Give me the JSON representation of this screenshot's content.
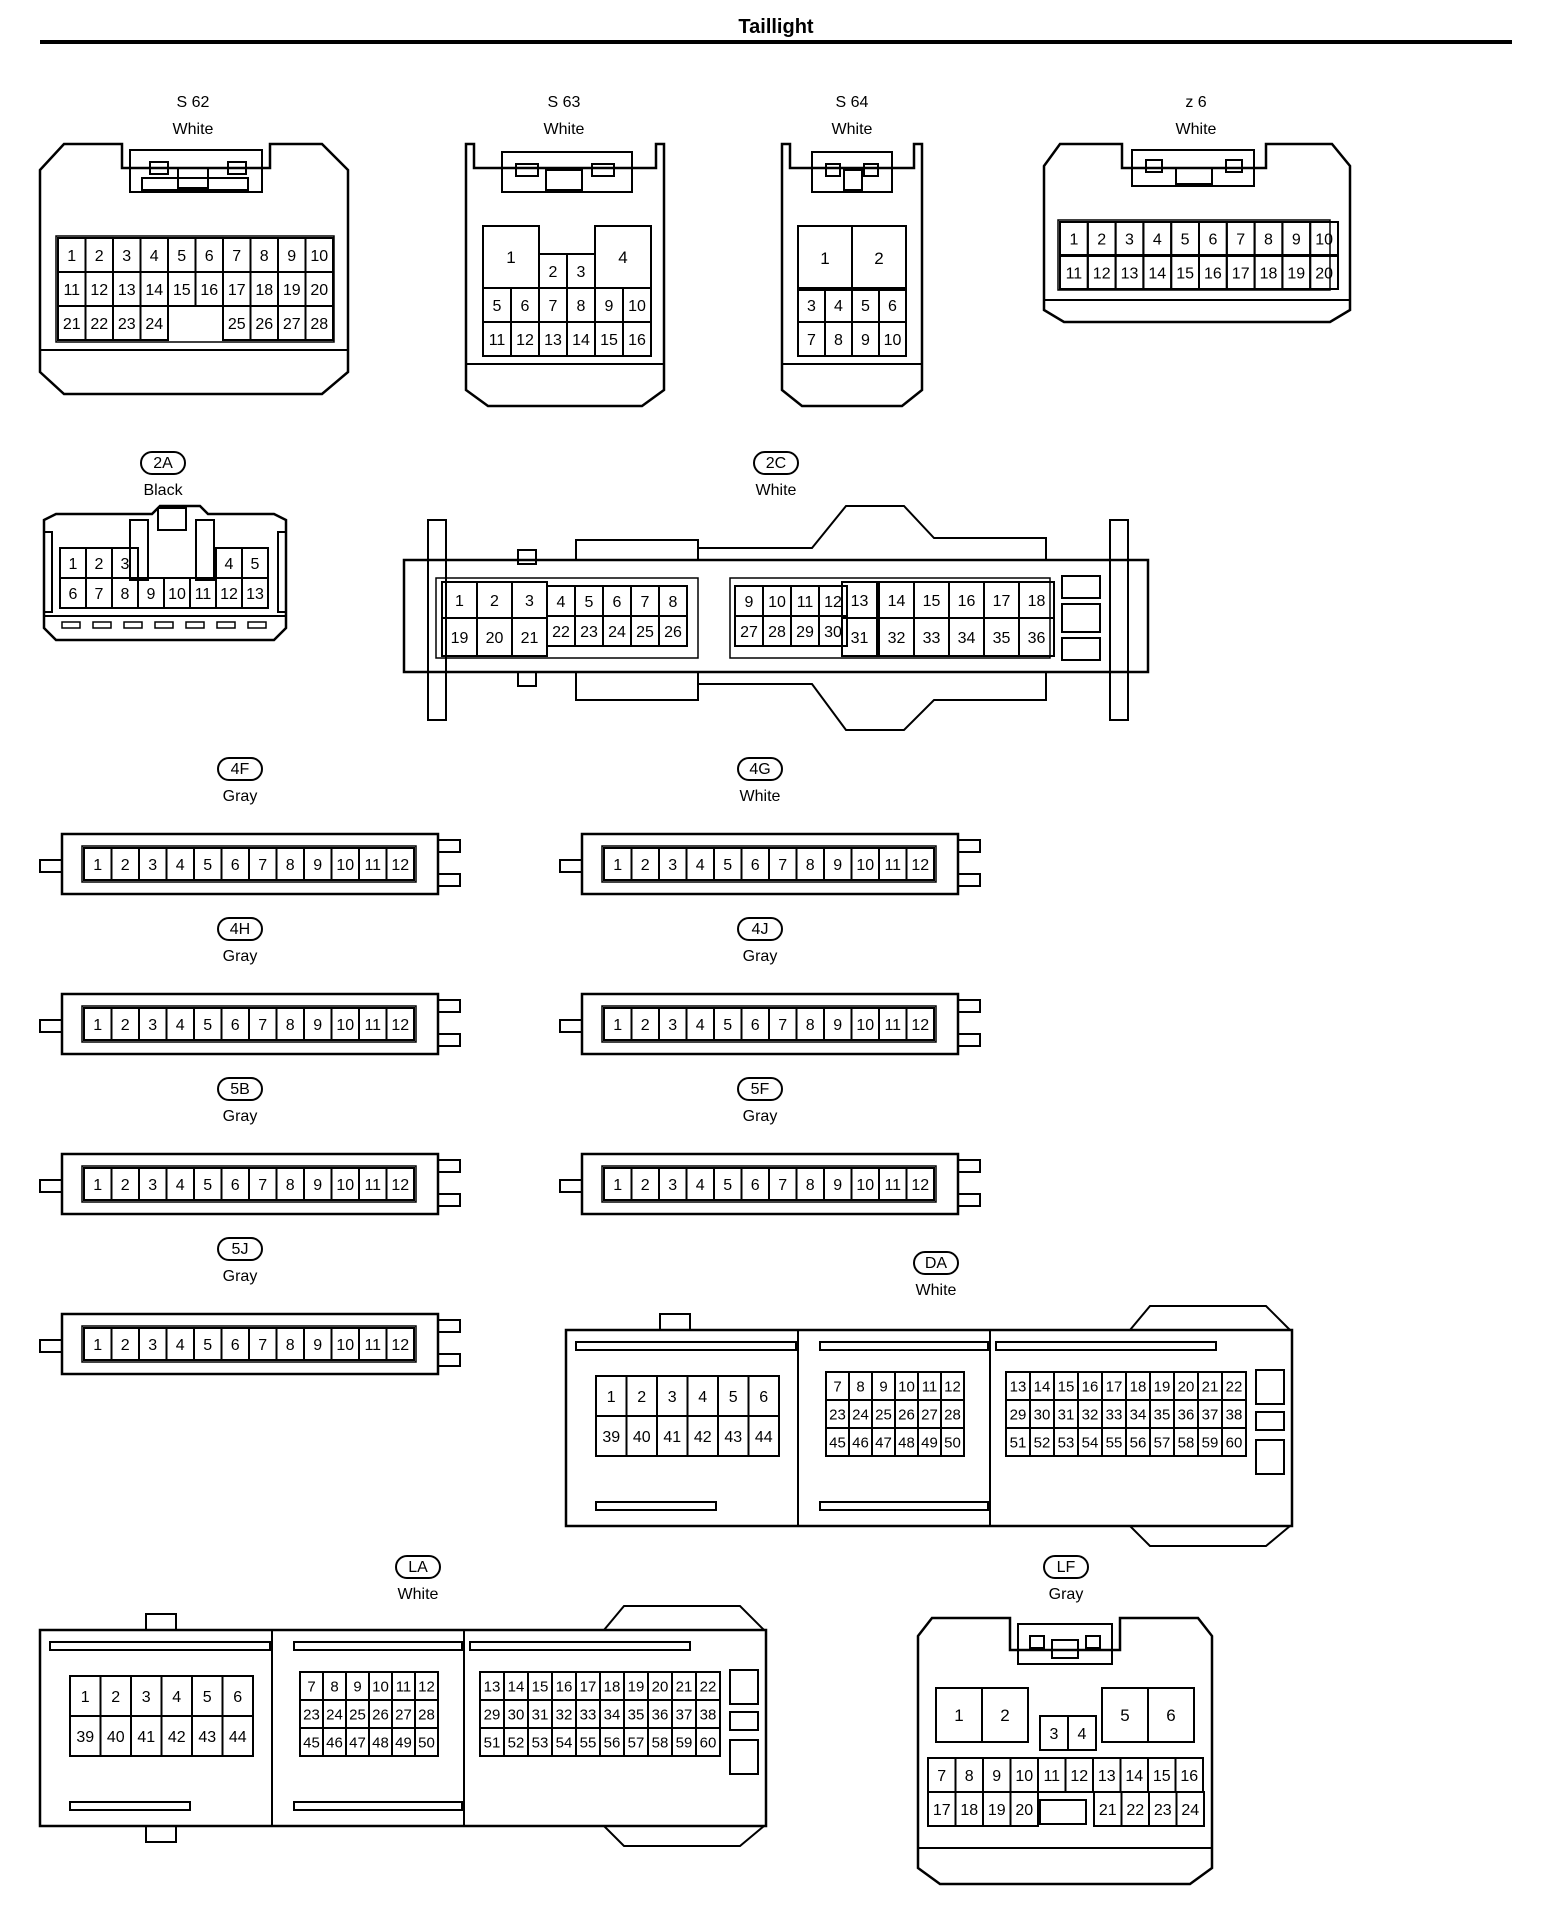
{
  "title": "Taillight",
  "connectors": [
    {
      "id": "s62",
      "code": "S 62",
      "badge": false,
      "color": "White",
      "pin_rows": [
        [
          "1",
          "2",
          "3",
          "4",
          "5",
          "6",
          "7",
          "8",
          "9",
          "10"
        ],
        [
          "11",
          "12",
          "13",
          "14",
          "15",
          "16",
          "17",
          "18",
          "19",
          "20"
        ],
        [
          "21",
          "22",
          "23",
          "24",
          "",
          "",
          "25",
          "26",
          "27",
          "28"
        ]
      ]
    },
    {
      "id": "s63",
      "code": "S 63",
      "badge": false,
      "color": "White",
      "big_pins": [
        "1",
        "4"
      ],
      "small_pins": [
        "2",
        "3"
      ],
      "pin_rows": [
        [
          "5",
          "6",
          "7",
          "8",
          "9",
          "10"
        ],
        [
          "11",
          "12",
          "13",
          "14",
          "15",
          "16"
        ]
      ]
    },
    {
      "id": "s64",
      "code": "S 64",
      "badge": false,
      "color": "White",
      "big_pins": [
        "1",
        "2"
      ],
      "pin_rows": [
        [
          "3",
          "4",
          "5",
          "6"
        ],
        [
          "7",
          "8",
          "9",
          "10"
        ]
      ]
    },
    {
      "id": "z6",
      "code": "z 6",
      "badge": false,
      "color": "White",
      "pin_rows": [
        [
          "1",
          "2",
          "3",
          "4",
          "5",
          "6",
          "7",
          "8",
          "9",
          "10"
        ],
        [
          "11",
          "12",
          "13",
          "14",
          "15",
          "16",
          "17",
          "18",
          "19",
          "20"
        ]
      ]
    },
    {
      "id": "2a",
      "code": "2A",
      "badge": true,
      "color": "Black",
      "pin_rows": [
        [
          "1",
          "2",
          "3",
          "",
          "",
          "",
          "4",
          "5"
        ],
        [
          "6",
          "7",
          "8",
          "9",
          "10",
          "11",
          "12",
          "13"
        ]
      ]
    },
    {
      "id": "2c",
      "code": "2C",
      "badge": true,
      "color": "White",
      "pin_rows": [
        [
          "1",
          "2",
          "3",
          "4",
          "5",
          "6",
          "7",
          "8",
          "9",
          "10",
          "11",
          "12",
          "13",
          "14",
          "15",
          "16",
          "17",
          "18"
        ],
        [
          "19",
          "20",
          "21",
          "22",
          "23",
          "24",
          "25",
          "26",
          "27",
          "28",
          "29",
          "30",
          "31",
          "32",
          "33",
          "34",
          "35",
          "36"
        ]
      ]
    },
    {
      "id": "4f",
      "code": "4F",
      "badge": true,
      "color": "Gray",
      "pin_rows": [
        [
          "1",
          "2",
          "3",
          "4",
          "5",
          "6",
          "7",
          "8",
          "9",
          "10",
          "11",
          "12"
        ]
      ]
    },
    {
      "id": "4g",
      "code": "4G",
      "badge": true,
      "color": "White",
      "pin_rows": [
        [
          "1",
          "2",
          "3",
          "4",
          "5",
          "6",
          "7",
          "8",
          "9",
          "10",
          "11",
          "12"
        ]
      ]
    },
    {
      "id": "4h",
      "code": "4H",
      "badge": true,
      "color": "Gray",
      "pin_rows": [
        [
          "1",
          "2",
          "3",
          "4",
          "5",
          "6",
          "7",
          "8",
          "9",
          "10",
          "11",
          "12"
        ]
      ]
    },
    {
      "id": "4j",
      "code": "4J",
      "badge": true,
      "color": "Gray",
      "pin_rows": [
        [
          "1",
          "2",
          "3",
          "4",
          "5",
          "6",
          "7",
          "8",
          "9",
          "10",
          "11",
          "12"
        ]
      ]
    },
    {
      "id": "5b",
      "code": "5B",
      "badge": true,
      "color": "Gray",
      "pin_rows": [
        [
          "1",
          "2",
          "3",
          "4",
          "5",
          "6",
          "7",
          "8",
          "9",
          "10",
          "11",
          "12"
        ]
      ]
    },
    {
      "id": "5f",
      "code": "5F",
      "badge": true,
      "color": "Gray",
      "pin_rows": [
        [
          "1",
          "2",
          "3",
          "4",
          "5",
          "6",
          "7",
          "8",
          "9",
          "10",
          "11",
          "12"
        ]
      ]
    },
    {
      "id": "5j",
      "code": "5J",
      "badge": true,
      "color": "Gray",
      "pin_rows": [
        [
          "1",
          "2",
          "3",
          "4",
          "5",
          "6",
          "7",
          "8",
          "9",
          "10",
          "11",
          "12"
        ]
      ]
    },
    {
      "id": "da",
      "code": "DA",
      "badge": true,
      "color": "White",
      "pin_rows": [
        [
          "1",
          "2",
          "3",
          "4",
          "5",
          "6"
        ],
        [
          "39",
          "40",
          "41",
          "42",
          "43",
          "44"
        ],
        [
          "7",
          "8",
          "9",
          "10",
          "11",
          "12"
        ],
        [
          "23",
          "24",
          "25",
          "26",
          "27",
          "28"
        ],
        [
          "45",
          "46",
          "47",
          "48",
          "49",
          "50"
        ],
        [
          "13",
          "14",
          "15",
          "16",
          "17",
          "18",
          "19",
          "20",
          "21",
          "22"
        ],
        [
          "29",
          "30",
          "31",
          "32",
          "33",
          "34",
          "35",
          "36",
          "37",
          "38"
        ],
        [
          "51",
          "52",
          "53",
          "54",
          "55",
          "56",
          "57",
          "58",
          "59",
          "60"
        ]
      ]
    },
    {
      "id": "la",
      "code": "LA",
      "badge": true,
      "color": "White",
      "pin_rows": [
        [
          "1",
          "2",
          "3",
          "4",
          "5",
          "6"
        ],
        [
          "39",
          "40",
          "41",
          "42",
          "43",
          "44"
        ],
        [
          "7",
          "8",
          "9",
          "10",
          "11",
          "12"
        ],
        [
          "23",
          "24",
          "25",
          "26",
          "27",
          "28"
        ],
        [
          "45",
          "46",
          "47",
          "48",
          "49",
          "50"
        ],
        [
          "13",
          "14",
          "15",
          "16",
          "17",
          "18",
          "19",
          "20",
          "21",
          "22"
        ],
        [
          "29",
          "30",
          "31",
          "32",
          "33",
          "34",
          "35",
          "36",
          "37",
          "38"
        ],
        [
          "51",
          "52",
          "53",
          "54",
          "55",
          "56",
          "57",
          "58",
          "59",
          "60"
        ]
      ]
    },
    {
      "id": "lf",
      "code": "LF",
      "badge": true,
      "color": "Gray",
      "big_pins": [
        "1",
        "2",
        "5",
        "6"
      ],
      "small_pins": [
        "3",
        "4"
      ],
      "pin_rows": [
        [
          "7",
          "8",
          "9",
          "10",
          "11",
          "12",
          "13",
          "14",
          "15",
          "16"
        ],
        [
          "17",
          "18",
          "19",
          "20",
          "",
          "21",
          "22",
          "23",
          "24"
        ]
      ]
    }
  ]
}
